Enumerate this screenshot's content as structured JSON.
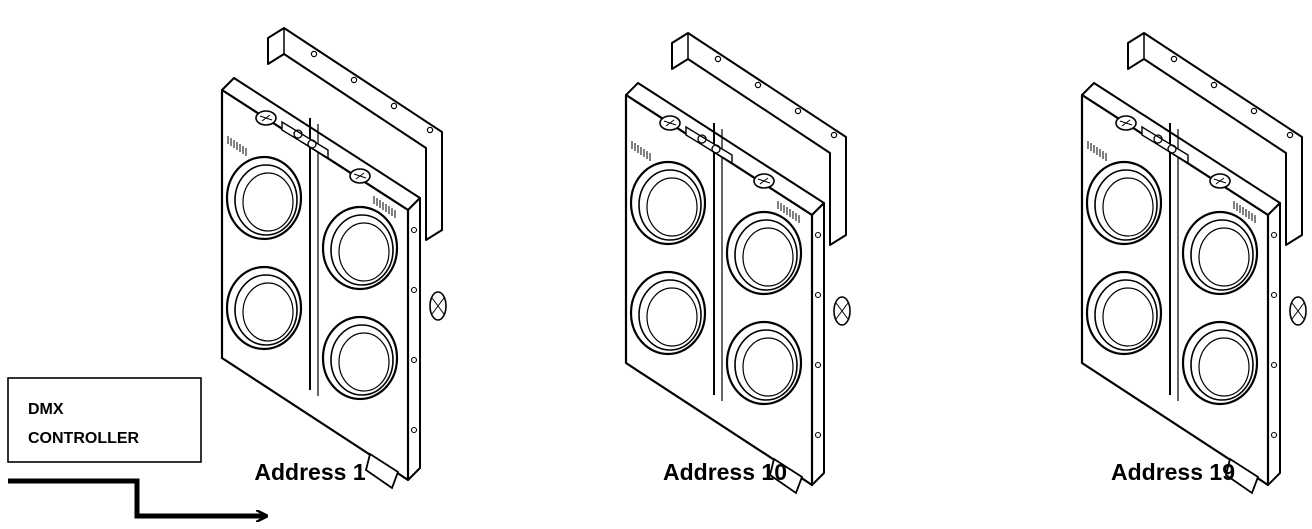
{
  "controller": {
    "line1": "DMX",
    "line2": "CONTROLLER"
  },
  "fixtures": [
    {
      "label": "Address 1"
    },
    {
      "label": "Address 10"
    },
    {
      "label": "Address 19"
    }
  ],
  "colors": {
    "stroke": "#000000",
    "background": "#ffffff",
    "lens_ring": "#333333"
  },
  "icons": {
    "fixture": "led-blinder-fixture-icon",
    "signal": "dmx-signal-arrow-icon"
  }
}
